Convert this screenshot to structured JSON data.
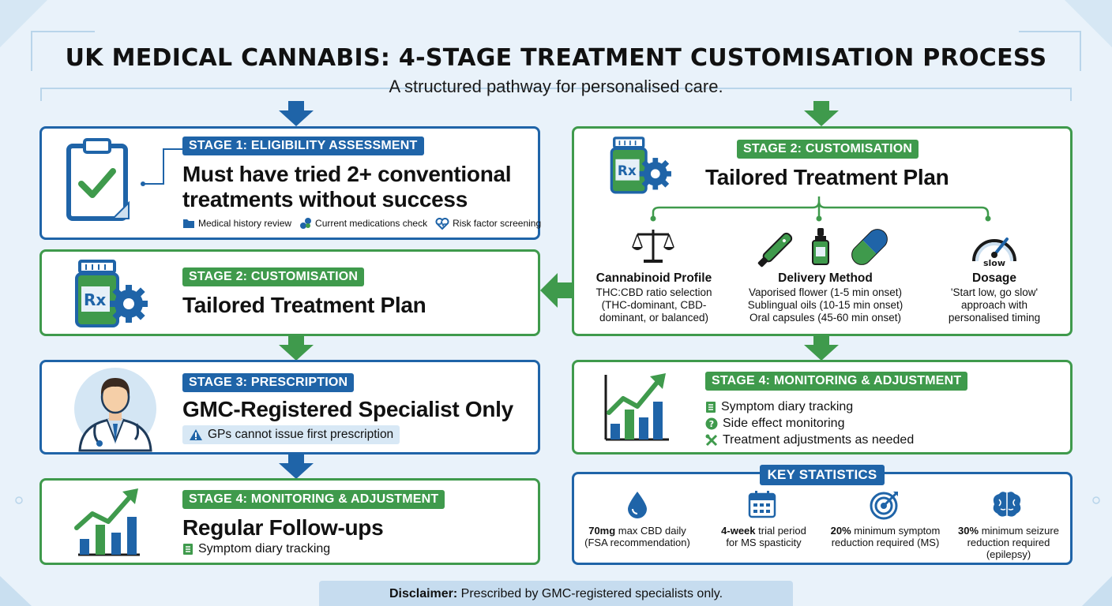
{
  "header": {
    "title": "UK MEDICAL CANNABIS: 4-STAGE TREATMENT CUSTOMISATION PROCESS",
    "subtitle": "A structured pathway for personalised care."
  },
  "colors": {
    "blue": "#1f64a8",
    "green": "#3f9a4c",
    "background": "#e9f2fa"
  },
  "left": {
    "stage1": {
      "badge": "STAGE 1: ELIGIBILITY ASSESSMENT",
      "headline_line1": "Must have tried 2+ conventional",
      "headline_line2": "treatments without success",
      "tags": [
        "Medical history review",
        "Current medications check",
        "Risk factor screening"
      ],
      "icons": [
        "clipboard-check-icon",
        "folder-icon",
        "pills-icon",
        "heart-pulse-icon"
      ]
    },
    "stage2": {
      "badge": "STAGE 2: CUSTOMISATION",
      "headline": "Tailored Treatment Plan",
      "icon": "rx-bottle-gear-icon"
    },
    "stage3": {
      "badge": "STAGE 3: PRESCRIPTION",
      "headline": "GMC-Registered Specialist Only",
      "warning": "GPs cannot issue first prescription",
      "icons": [
        "doctor-icon",
        "warning-icon"
      ]
    },
    "stage4": {
      "badge": "STAGE 4: MONITORING & ADJUSTMENT",
      "headline": "Regular Follow-ups",
      "item": "Symptom diary tracking",
      "icons": [
        "growth-chart-icon",
        "diary-icon"
      ]
    }
  },
  "right": {
    "stage2": {
      "badge": "STAGE 2: CUSTOMISATION",
      "headline": "Tailored Treatment Plan",
      "features": [
        {
          "title": "Cannabinoid Profile",
          "lines": [
            "THC:CBD ratio selection",
            "(THC-dominant, CBD-",
            "dominant, or balanced)"
          ],
          "icon": "scales-icon"
        },
        {
          "title": "Delivery Method",
          "lines": [
            "Vaporised flower (1-5 min onset)",
            "Sublingual oils (10-15 min onset)",
            "Oral capsules (45-60 min onset)"
          ],
          "icon": "vape-dropper-capsule-icon"
        },
        {
          "title": "Dosage",
          "lines": [
            "'Start low, go slow'",
            "approach with",
            "personalised timing"
          ],
          "gauge_label": "slow",
          "icon": "gauge-icon"
        }
      ]
    },
    "stage4": {
      "badge": "STAGE 4: MONITORING & ADJUSTMENT",
      "items": [
        "Symptom diary tracking",
        "Side effect monitoring",
        "Treatment adjustments as needed"
      ],
      "icons": [
        "growth-chart-icon",
        "diary-icon",
        "question-icon",
        "tools-icon"
      ]
    },
    "stats": {
      "heading": "KEY STATISTICS",
      "items": [
        {
          "bold": "70mg",
          "rest1": " max CBD daily",
          "rest2": "(FSA recommendation)",
          "icon": "drop-icon"
        },
        {
          "bold": "4-week",
          "rest1": " trial period",
          "rest2": "for MS spasticity",
          "icon": "calendar-icon"
        },
        {
          "bold": "20%",
          "rest1": " minimum symptom",
          "rest2": "reduction required (MS)",
          "icon": "target-icon"
        },
        {
          "bold": "30%",
          "rest1": " minimum seizure",
          "rest2": "reduction required",
          "rest3": "(epilepsy)",
          "icon": "brain-icon"
        }
      ]
    }
  },
  "disclaimer": {
    "label": "Disclaimer:",
    "text": " Prescribed by GMC-registered specialists only."
  }
}
